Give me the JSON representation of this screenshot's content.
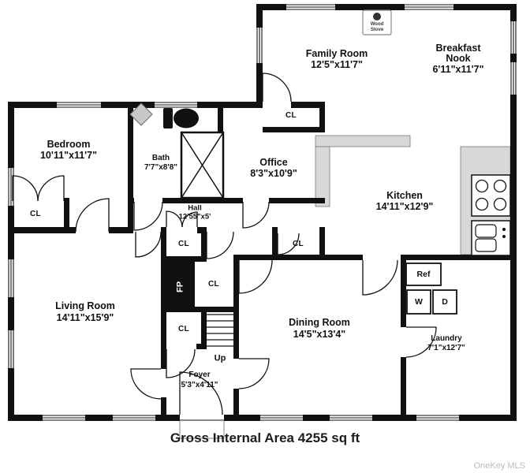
{
  "meta": {
    "footer": "Gross Internal Area 4255 sq ft",
    "watermark": "OneKey MLS"
  },
  "rooms": {
    "family": {
      "name": "Family Room",
      "dims": "12'5\"x11'7\""
    },
    "nook": {
      "name1": "Breakfast",
      "name2": "Nook",
      "dims": "6'11\"x11'7\""
    },
    "bedroom": {
      "name": "Bedroom",
      "dims": "10'11\"x11'7\""
    },
    "bath": {
      "name": "Bath",
      "dims": "7'7\"x8'8\""
    },
    "office": {
      "name": "Office",
      "dims": "8'3\"x10'9\""
    },
    "kitchen": {
      "name": "Kitchen",
      "dims": "14'11\"x12'9\""
    },
    "hall": {
      "name": "Hall",
      "dims": "12'55\"x5'"
    },
    "living": {
      "name": "Living Room",
      "dims": "14'11\"x15'9\""
    },
    "dining": {
      "name": "Dining Room",
      "dims": "14'5\"x13'4\""
    },
    "laundry": {
      "name": "Laundry",
      "dims": "7'1\"x12'7\""
    },
    "foyer": {
      "name": "Foyer",
      "dims": "5'3\"x4'11\""
    }
  },
  "labels": {
    "closet": "CL",
    "fireplace": "FP",
    "up": "Up",
    "ref": "Ref",
    "washer": "W",
    "dryer": "D",
    "wood": "Wood",
    "stove": "Stove"
  },
  "colors": {
    "wall": "#111111",
    "counter": "#d8d8d8",
    "watermark": "#bcbcbc"
  }
}
